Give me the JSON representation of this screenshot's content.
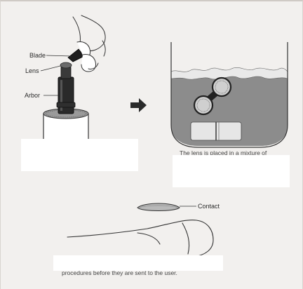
{
  "labels": {
    "blade": "Blade",
    "lens": "Lens",
    "arbor": "Arbor",
    "contact": "Contact"
  },
  "captions": {
    "mixture": "The lens is placed in a mixture of",
    "bottom": "procedures before they are sent to the user."
  },
  "icons": {
    "arrow": "right-arrow-icon"
  }
}
